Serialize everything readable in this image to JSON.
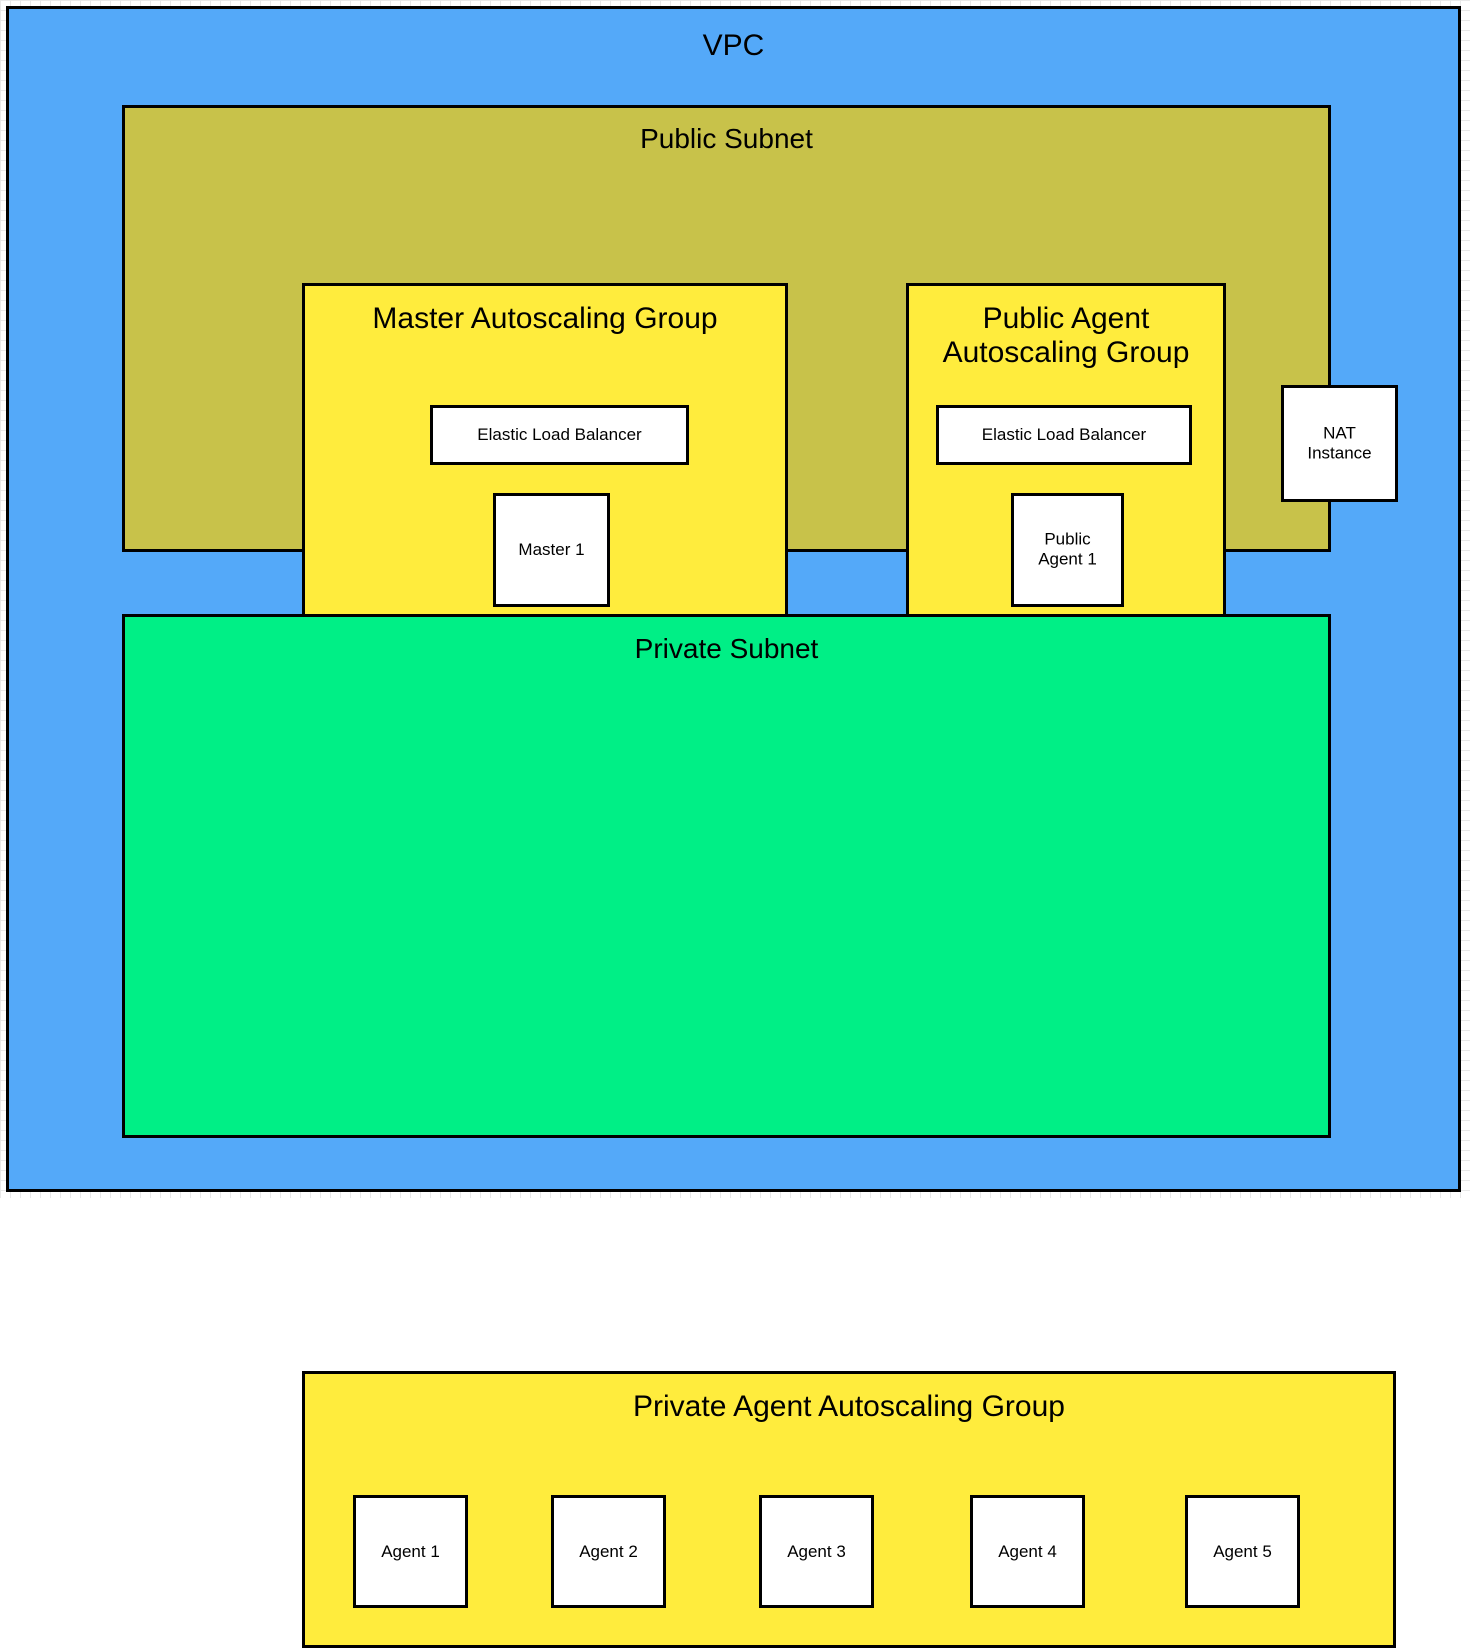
{
  "diagram": {
    "title": "VPC",
    "colors": {
      "vpc": "#54a9f9",
      "public_subnet": "#c8c24a",
      "private_subnet": "#00ef86",
      "autoscaling_group": "#ffec3d",
      "instance": "#ffffff",
      "border": "#000000"
    }
  },
  "public_subnet": {
    "title": "Public Subnet",
    "master_asg": {
      "title": "Master Autoscaling Group",
      "elb_label": "Elastic Load Balancer",
      "instances": [
        {
          "label": "Master 1"
        }
      ]
    },
    "public_agent_asg": {
      "title": "Public Agent\nAutoscaling Group",
      "elb_label": "Elastic Load Balancer",
      "instances": [
        {
          "label": "Public\nAgent 1"
        }
      ]
    },
    "nat_instance": {
      "label": "NAT\nInstance"
    }
  },
  "private_subnet": {
    "title": "Private Subnet",
    "private_agent_asg": {
      "title": "Private Agent Autoscaling Group",
      "instances": [
        {
          "label": "Agent 1"
        },
        {
          "label": "Agent 2"
        },
        {
          "label": "Agent 3"
        },
        {
          "label": "Agent 4"
        },
        {
          "label": "Agent 5"
        }
      ]
    }
  }
}
